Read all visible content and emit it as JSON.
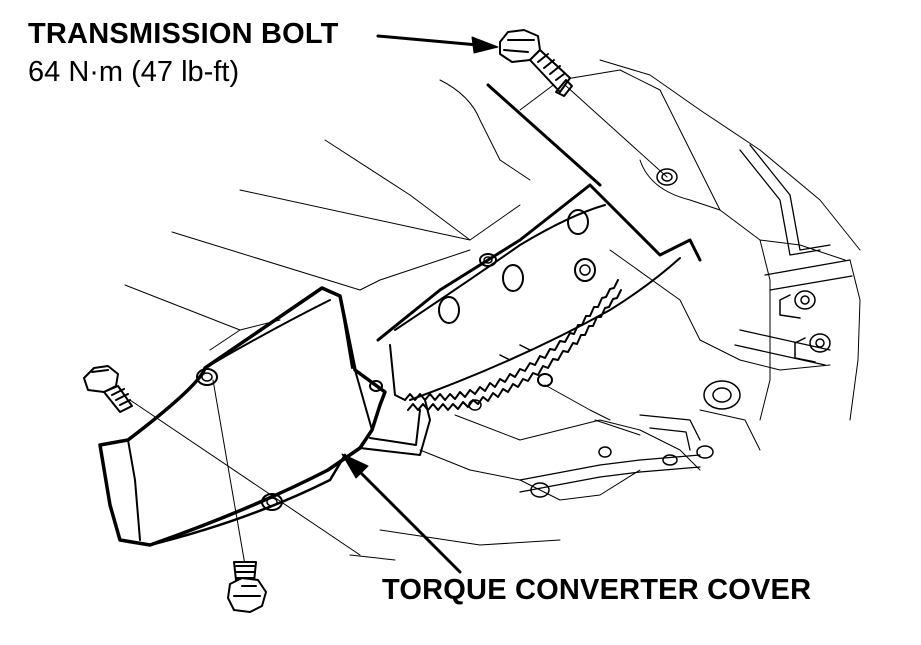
{
  "callouts": {
    "transmission_bolt": {
      "title": "TRANSMISSION BOLT",
      "torque": "64 N·m (47 lb-ft)"
    },
    "torque_converter_cover": {
      "title": "TORQUE CONVERTER COVER"
    }
  },
  "colors": {
    "line": "#000000",
    "background": "#ffffff"
  }
}
